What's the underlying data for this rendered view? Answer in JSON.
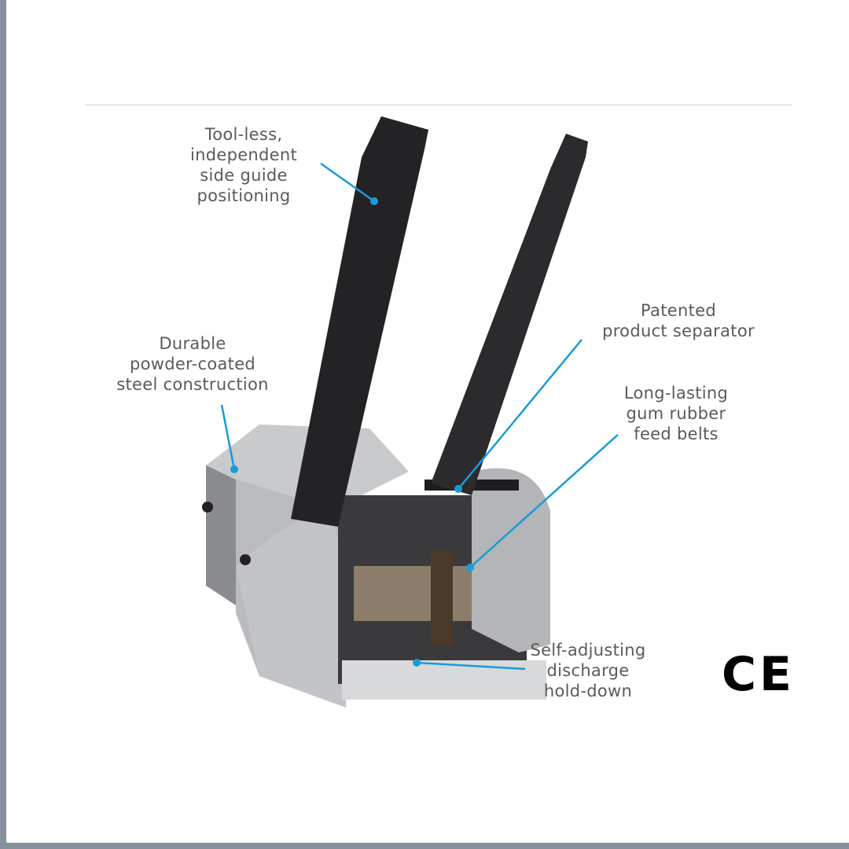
{
  "callouts": [
    {
      "id": "side-guide",
      "text": "Tool-less,\nindependent\nside guide\npositioning"
    },
    {
      "id": "steel",
      "text": "Durable\npowder-coated\nsteel construction"
    },
    {
      "id": "separator",
      "text": "Patented\nproduct separator"
    },
    {
      "id": "belts",
      "text": "Long-lasting\ngum rubber\nfeed belts"
    },
    {
      "id": "hold-down",
      "text": "Self-adjusting\ndischarge\nhold-down"
    }
  ],
  "certification_mark": "CE",
  "colors": {
    "callout_line": "#1a9bd7",
    "frame": "#86909a",
    "text": "#5a5a5a"
  }
}
